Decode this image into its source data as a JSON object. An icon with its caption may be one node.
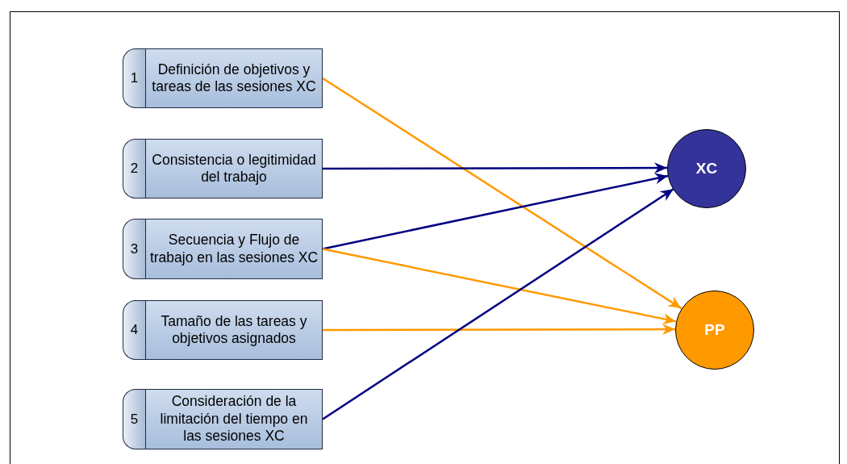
{
  "diagram": {
    "nodes": [
      {
        "text": [
          "1",
          "Definición de objetivos y tareas de las sesiones XC"
        ]
      },
      {
        "text": [
          "2",
          "Consistencia o legitimidad del trabajo"
        ]
      },
      {
        "text": [
          "3",
          "Secuencia y Flujo de trabajo en las sesiones XC"
        ]
      },
      {
        "text": [
          "4",
          "Tamaño de las tareas y objetivos asignados"
        ]
      },
      {
        "text": [
          "5",
          "Consideración de la limitación del tiempo en las sesiones XC"
        ]
      },
      {
        "text": [
          "XC"
        ]
      },
      {
        "text": [
          "PP"
        ]
      }
    ],
    "edges": [
      {
        "from": 0,
        "to": 6,
        "arrow": "to",
        "color": "#ff9900"
      },
      {
        "from": 1,
        "to": 5,
        "arrow": "to",
        "color": "#000080"
      },
      {
        "from": 2,
        "to": 5,
        "arrow": "to",
        "color": "#000080"
      },
      {
        "from": 2,
        "to": 6,
        "arrow": "to",
        "color": "#ff9900"
      },
      {
        "from": 3,
        "to": 6,
        "arrow": "to",
        "color": "#ff9900"
      },
      {
        "from": 4,
        "to": 5,
        "arrow": "to",
        "color": "#000080"
      }
    ]
  }
}
